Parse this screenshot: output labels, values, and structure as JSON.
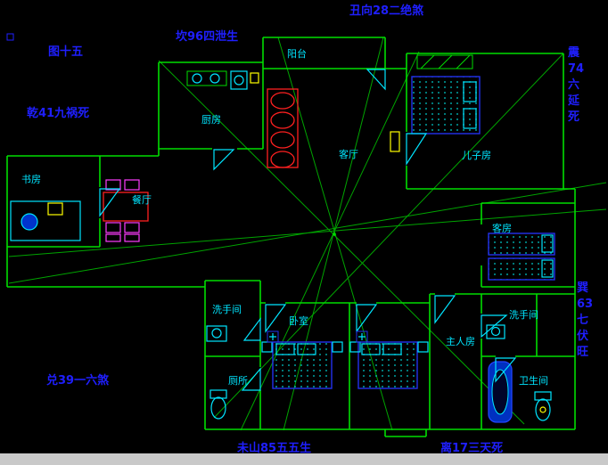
{
  "window": {
    "description": "CAD feng-shui floor plan drawing on black background",
    "bottom_bar": ""
  },
  "colors": {
    "background": "#000000",
    "wall_green": "#00dd00",
    "analysis_line_green": "#00a400",
    "room_label_cyan": "#00e5ff",
    "annotation_blue": "#1f1fff",
    "furniture_blue": "#2230ee",
    "furniture_red": "#ff2020",
    "furniture_magenta": "#ff3cff",
    "furniture_yellow": "#ffff00",
    "bottom_bar_gray": "#c9c9c9"
  },
  "annotations": {
    "figure": "图十五",
    "top_left": "坎96四泄生",
    "top_center": "丑向28二绝煞",
    "west": "乾41九祸死",
    "southwest": "兑39一六煞",
    "south_center": "未山85五五生",
    "south_right": "离17三天死",
    "east_upper": [
      "震",
      "74",
      "六",
      "延",
      "死"
    ],
    "east_lower": [
      "巽",
      "63",
      "七",
      "伏",
      "旺"
    ]
  },
  "rooms": {
    "balcony": "阳台",
    "kitchen": "厨房",
    "living": "客厅",
    "study": "书房",
    "dining": "餐厅",
    "son": "儿子房",
    "guest": "客房",
    "washroom1": "洗手间",
    "toilet": "厕所",
    "bedroom": "卧室",
    "master": "主人房",
    "washroom2": "洗手间",
    "bathroom": "卫生间"
  }
}
